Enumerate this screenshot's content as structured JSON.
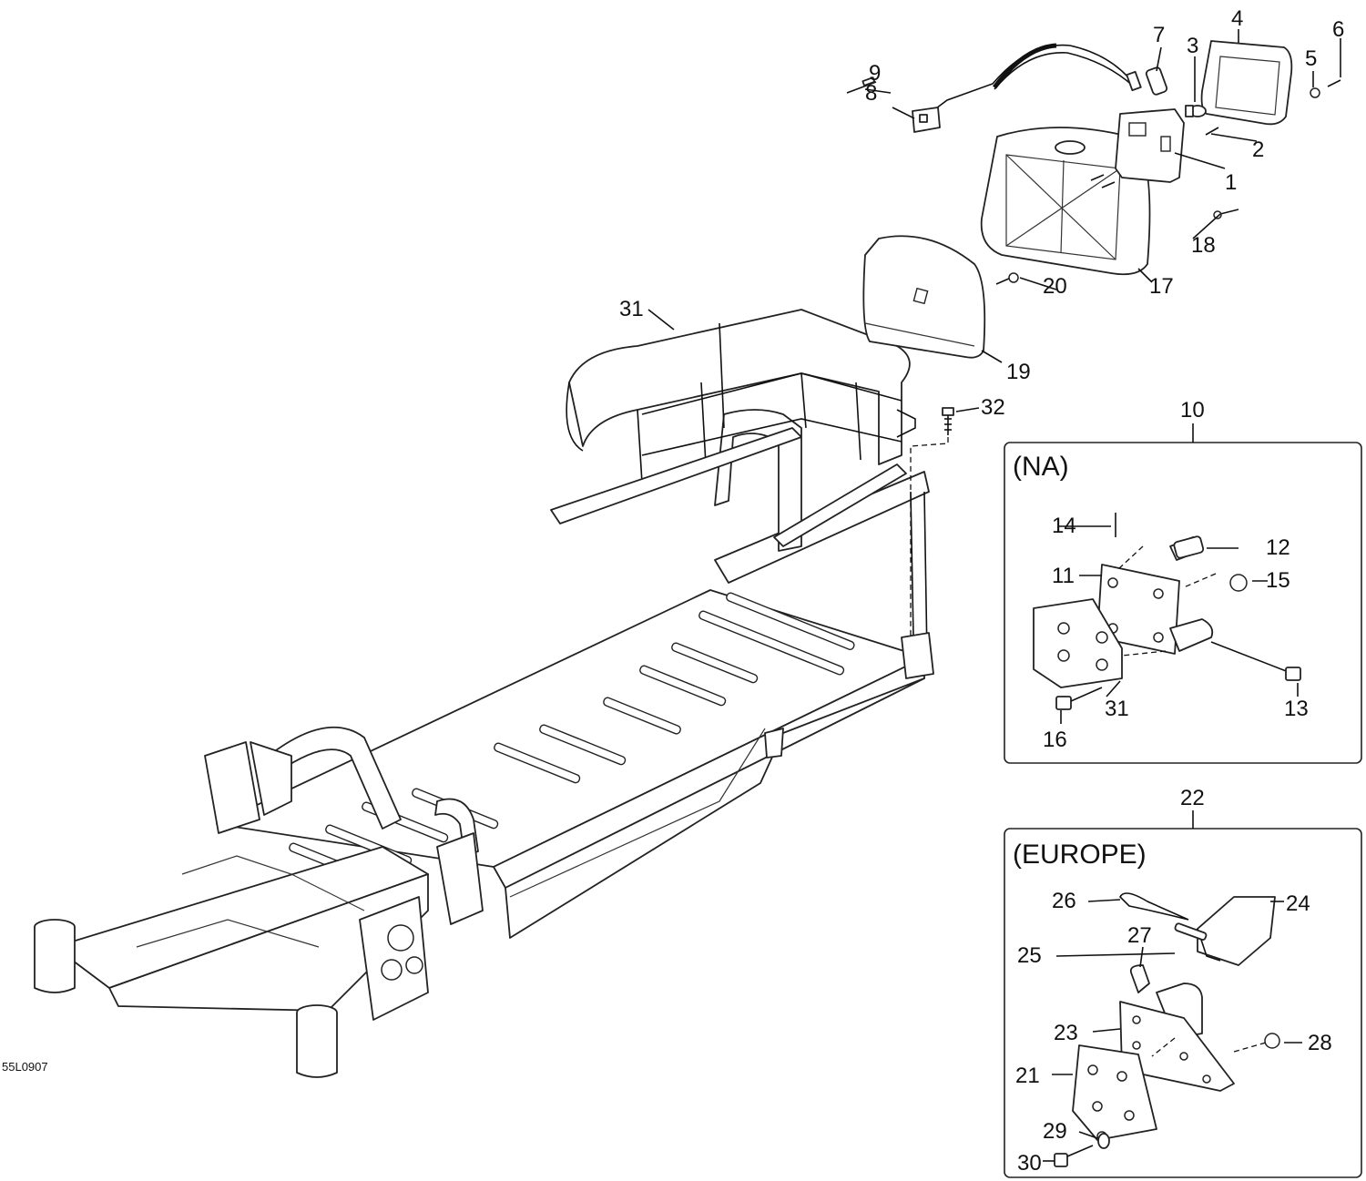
{
  "reference_code": "55L0907",
  "boxes": {
    "na": {
      "number": "10",
      "title": "(NA)"
    },
    "europe": {
      "number": "22",
      "title": "(EUROPE)"
    }
  },
  "callouts": {
    "c1": "1",
    "c2": "2",
    "c3": "3",
    "c4": "4",
    "c5": "5",
    "c6": "6",
    "c7": "7",
    "c8": "8",
    "c9": "9",
    "c17": "17",
    "c18": "18",
    "c19": "19",
    "c20": "20",
    "c31": "31",
    "c32": "32",
    "c11": "11",
    "c12": "12",
    "c13": "13",
    "c14": "14",
    "c15": "15",
    "c16": "16",
    "c31b": "31",
    "c21": "21",
    "c23": "23",
    "c24": "24",
    "c25": "25",
    "c26": "26",
    "c27": "27",
    "c28": "28",
    "c29": "29",
    "c30": "30"
  }
}
